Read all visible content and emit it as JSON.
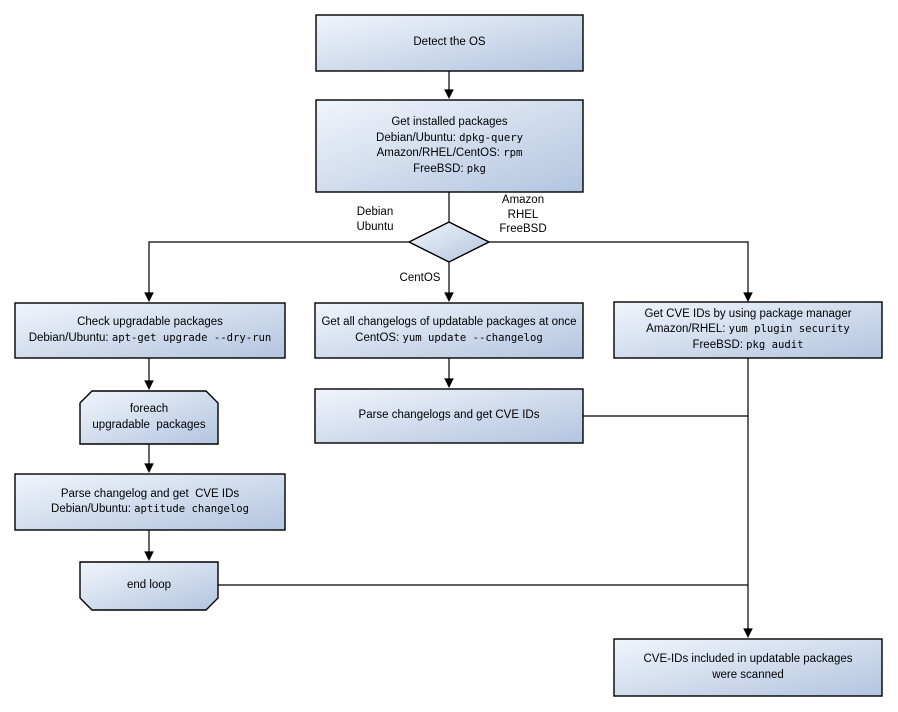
{
  "colors": {
    "fill_light": "#f1f5fb",
    "fill_dark": "#b2c5e0",
    "stroke": "#000000",
    "text": "#000000",
    "background": "#ffffff"
  },
  "nodes": {
    "detect_os": {
      "lines": [
        {
          "text": "Detect the OS"
        }
      ]
    },
    "get_installed": {
      "lines": [
        {
          "text": "Get installed packages"
        },
        {
          "text": "Debian/Ubuntu: ",
          "cmd": "dpkg-query"
        },
        {
          "text": "Amazon/RHEL/CentOS: ",
          "cmd": "rpm"
        },
        {
          "text": "FreeBSD: ",
          "cmd": "pkg"
        }
      ]
    },
    "check_upgradable": {
      "lines": [
        {
          "text": "Check upgradable packages"
        },
        {
          "text": "Debian/Ubuntu: ",
          "cmd": "apt-get upgrade --dry-run"
        }
      ]
    },
    "foreach_loop": {
      "lines": [
        {
          "text": "foreach"
        },
        {
          "text": "upgradable  packages"
        }
      ]
    },
    "parse_changelog_deb": {
      "lines": [
        {
          "text": "Parse changelog and get  CVE IDs"
        },
        {
          "text": "Debian/Ubuntu: ",
          "cmd": "aptitude changelog"
        }
      ]
    },
    "end_loop": {
      "lines": [
        {
          "text": "end loop"
        }
      ]
    },
    "get_changelogs_centos": {
      "lines": [
        {
          "text": "Get all changelogs of updatable packages at once"
        },
        {
          "text": "CentOS: ",
          "cmd": "yum update --changelog"
        }
      ]
    },
    "parse_changelogs_centos": {
      "lines": [
        {
          "text": "Parse changelogs and get CVE IDs"
        }
      ]
    },
    "get_cve_pkgmgr": {
      "lines": [
        {
          "text": "Get CVE IDs by using package manager"
        },
        {
          "text": "Amazon/RHEL: ",
          "cmd": "yum plugin security"
        },
        {
          "text": "FreeBSD: ",
          "cmd": "pkg audit"
        }
      ]
    },
    "result": {
      "lines": [
        {
          "text": "CVE-IDs included in updatable packages"
        },
        {
          "text": "were scanned"
        }
      ]
    }
  },
  "edge_labels": {
    "debian": [
      "Debian",
      "Ubuntu"
    ],
    "amazon": [
      "Amazon",
      "RHEL",
      "FreeBSD"
    ],
    "centos": "CentOS"
  }
}
